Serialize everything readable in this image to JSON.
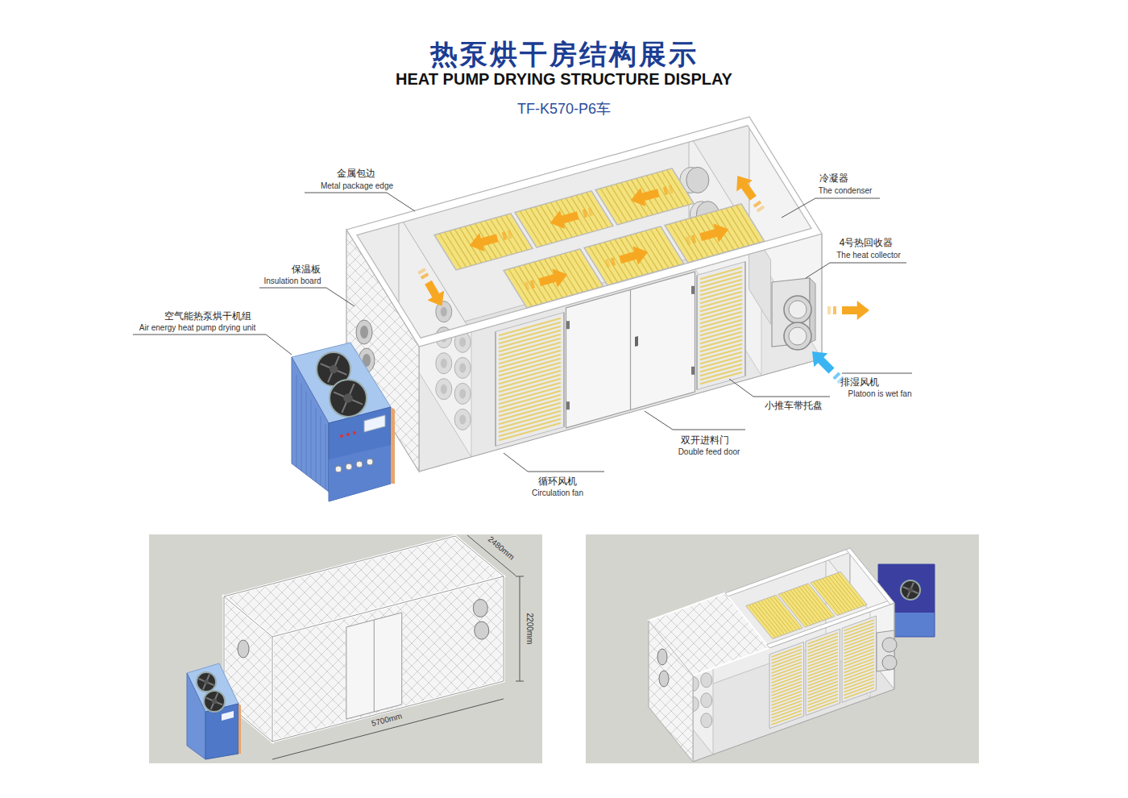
{
  "diagram": {
    "title": "热泵烘干房结构展示",
    "labels": [
      "HEAT PUMP DRYING STRUCTURE DISPLAY",
      "TF-K570-P6车",
      "金属包边",
      "Metal package edge",
      "保温板",
      "Insulation board",
      "空气能热泵烘干机组",
      "Air energy heat pump drying unit",
      "冷凝器",
      "The condenser",
      "4号热回收器",
      "The heat collector",
      "排湿风机",
      "Platoon is wet fan",
      "小推车带托盘",
      "双开进料门",
      "Double feed door",
      "循环风机",
      "Circulation fan",
      "2480mm",
      "2200mm",
      "5700mm"
    ]
  }
}
